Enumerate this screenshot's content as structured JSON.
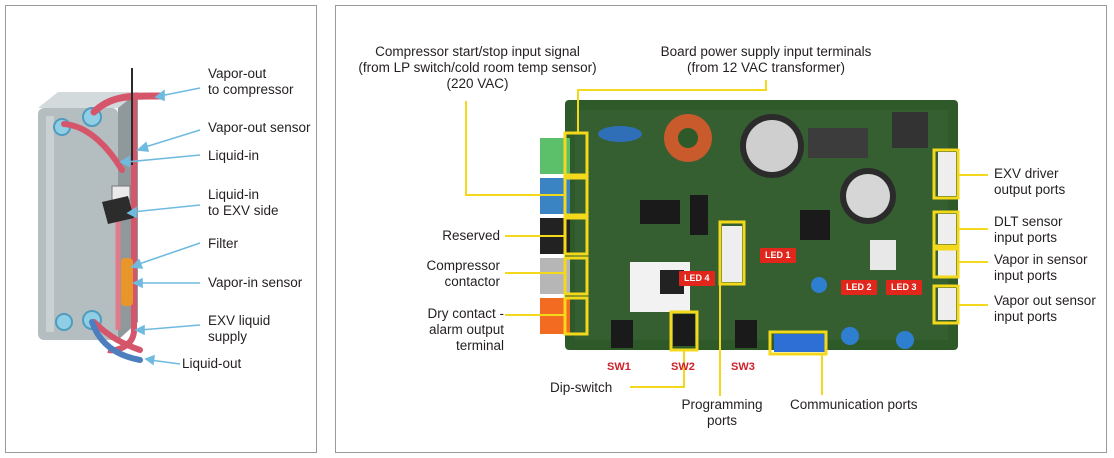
{
  "left": {
    "labels": {
      "vapor_out": "Vapor-out\nto compressor",
      "vapor_out_sensor": "Vapor-out sensor",
      "liquid_in": "Liquid-in",
      "liquid_in_exv": "Liquid-in\nto EXV side",
      "filter": "Filter",
      "vapor_in_sensor": "Vapor-in sensor",
      "exv_liquid": "EXV liquid\nsupply",
      "liquid_out": "Liquid-out"
    },
    "colors": {
      "arrow": "#6fbbe0",
      "pipe": "#d5566b",
      "hx": "#a9b3b6"
    }
  },
  "right": {
    "labels": {
      "comp_signal": "Compressor start/stop input signal\n(from LP switch/cold room temp sensor)\n(220 VAC)",
      "board_power": "Board power supply input terminals\n(from 12 VAC transformer)",
      "reserved": "Reserved",
      "comp_contactor": "Compressor\ncontactor",
      "dry_contact": "Dry contact -\nalarm output\nterminal",
      "exv_driver": "EXV driver\noutput ports",
      "dlt": "DLT sensor\ninput ports",
      "vapor_in": "Vapor in sensor\ninput ports",
      "vapor_out": "Vapor out sensor\ninput ports",
      "dip": "Dip-switch",
      "prog": "Programming\nports",
      "comm": "Communication ports"
    },
    "leds": [
      "LED 1",
      "LED 2",
      "LED 3",
      "LED 4"
    ],
    "switches": [
      "SW1",
      "SW2",
      "SW3"
    ],
    "colors": {
      "highlight": "#f4d81b",
      "board": "#2e5a2a",
      "led": "#e1261c"
    }
  }
}
